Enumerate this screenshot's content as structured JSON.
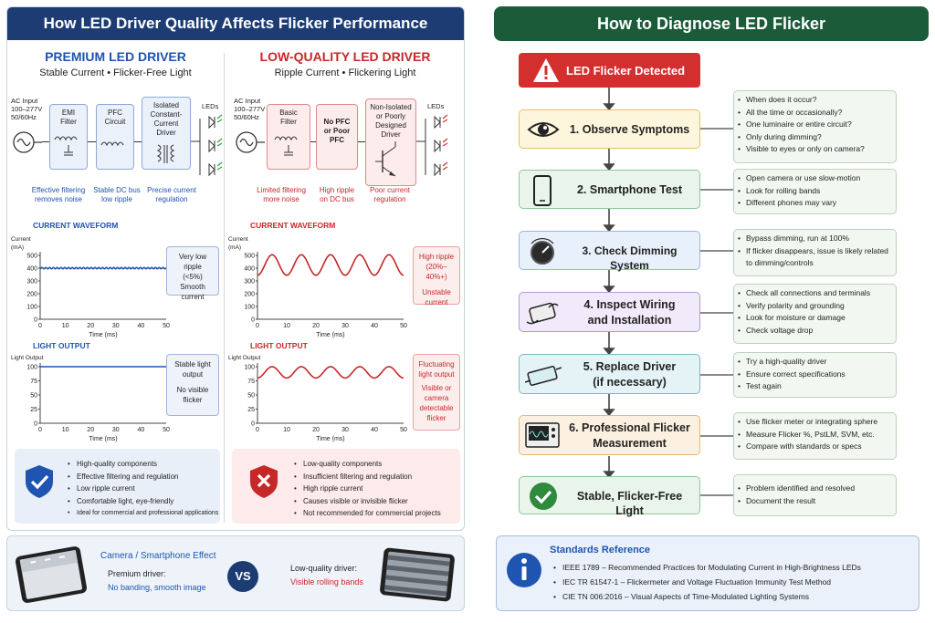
{
  "left_panel": {
    "title": "How LED Driver Quality Affects Flicker Performance",
    "premium": {
      "title": "PREMIUM LED DRIVER",
      "subtitle": "Stable Current • Flicker-Free Light",
      "ac_input": [
        "AC Input",
        "100–277V",
        "50/60Hz"
      ],
      "blocks": [
        [
          "EMI",
          "Filter"
        ],
        [
          "PFC",
          "Circuit"
        ],
        [
          "Isolated",
          "Constant-Current",
          "Driver"
        ]
      ],
      "leds_label": "LEDs",
      "captions": [
        [
          "Effective filtering",
          "removes noise"
        ],
        [
          "Stable DC bus",
          "low ripple"
        ],
        [
          "Precise current",
          "regulation"
        ]
      ],
      "current_waveform_title": "CURRENT WAVEFORM",
      "current_note": [
        "Very low ripple",
        "(<5%)",
        "",
        "Smooth current"
      ],
      "light_output_title": "LIGHT OUTPUT",
      "light_note": [
        "Stable light",
        "output",
        "",
        "No visible",
        "flicker"
      ],
      "bullets": [
        "High-quality components",
        "Effective filtering and regulation",
        "Low ripple current",
        "Comfortable light, eye-friendly",
        "Ideal for commercial and professional applications"
      ]
    },
    "low_quality": {
      "title": "LOW-QUALITY LED DRIVER",
      "subtitle": "Ripple Current • Flickering Light",
      "ac_input": [
        "AC Input",
        "100–277V",
        "50/60Hz"
      ],
      "blocks": [
        [
          "Basic",
          "Filter"
        ],
        [
          "No PFC",
          "or Poor",
          "PFC"
        ],
        [
          "Non-Isolated",
          "or Poorly",
          "Designed",
          "Driver"
        ]
      ],
      "leds_label": "LEDs",
      "captions": [
        [
          "Limited filtering",
          "more noise"
        ],
        [
          "High ripple",
          "on DC bus"
        ],
        [
          "Poor current",
          "regulation"
        ]
      ],
      "current_waveform_title": "CURRENT WAVEFORM",
      "current_note": [
        "High ripple",
        "(20%–40%+)",
        "",
        "Unstable",
        "current"
      ],
      "light_output_title": "LIGHT OUTPUT",
      "light_note": [
        "Fluctuating",
        "light output",
        "",
        "Visible or",
        "camera",
        "detectable",
        "flicker"
      ],
      "bullets": [
        "Low-quality components",
        "Insufficient filtering and regulation",
        "High ripple current",
        "Causes visible or invisible flicker",
        "Not recommended for commercial projects"
      ]
    },
    "charts": {
      "current_ylabel": [
        "Current",
        "(mA)"
      ],
      "light_ylabel": "Light Output",
      "xlabel": "Time (ms)"
    },
    "camera_effect": {
      "title": "Camera / Smartphone Effect",
      "premium_label": "Premium driver:",
      "premium_value": "No banding, smooth image",
      "vs": "VS",
      "low_label": "Low-quality driver:",
      "low_value": "Visible rolling bands"
    }
  },
  "chart_data": [
    {
      "type": "line",
      "name": "premium-current",
      "xlabel": "Time (ms)",
      "ylabel": "Current (mA)",
      "xlim": [
        0,
        50
      ],
      "ylim": [
        0,
        500
      ],
      "xticks": [
        0,
        10,
        20,
        30,
        40,
        50
      ],
      "yticks": [
        0,
        100,
        200,
        300,
        400,
        500
      ],
      "series": [
        {
          "kind": "sine",
          "mean": 400,
          "amplitude": 5,
          "period_ms": 1.5
        }
      ]
    },
    {
      "type": "line",
      "name": "low-current",
      "xlabel": "Time (ms)",
      "ylabel": "Current (mA)",
      "xlim": [
        0,
        50
      ],
      "ylim": [
        0,
        500
      ],
      "xticks": [
        0,
        10,
        20,
        30,
        40,
        50
      ],
      "yticks": [
        0,
        100,
        200,
        300,
        400,
        500
      ],
      "series": [
        {
          "kind": "sine",
          "mean": 425,
          "amplitude": 80,
          "period_ms": 10
        }
      ]
    },
    {
      "type": "line",
      "name": "premium-light",
      "xlabel": "Time (ms)",
      "ylabel": "Light Output",
      "xlim": [
        0,
        50
      ],
      "ylim": [
        0,
        100
      ],
      "xticks": [
        0,
        10,
        20,
        30,
        40,
        50
      ],
      "yticks": [
        0,
        25,
        50,
        75,
        100
      ],
      "series": [
        {
          "kind": "sine",
          "mean": 100,
          "amplitude": 0,
          "period_ms": 10
        }
      ]
    },
    {
      "type": "line",
      "name": "low-light",
      "xlabel": "Time (ms)",
      "ylabel": "Light Output",
      "xlim": [
        0,
        50
      ],
      "ylim": [
        0,
        100
      ],
      "xticks": [
        0,
        10,
        20,
        30,
        40,
        50
      ],
      "yticks": [
        0,
        25,
        50,
        75,
        100
      ],
      "series": [
        {
          "kind": "sine",
          "mean": 90,
          "amplitude": 10,
          "period_ms": 10
        }
      ]
    }
  ],
  "right_panel": {
    "title": "How to Diagnose LED Flicker",
    "start": "LED Flicker Detected",
    "steps": [
      {
        "label": [
          "1. Observe Symptoms"
        ],
        "icon": "eye-icon",
        "bullets": [
          "When does it occur?",
          "All the time or occasionally?",
          "One luminaire or entire circuit?",
          "Only during dimming?",
          "Visible to eyes or only on camera?"
        ]
      },
      {
        "label": [
          "2. Smartphone Test"
        ],
        "icon": "smartphone-icon",
        "bullets": [
          "Open camera or use slow-motion",
          "Look for rolling bands",
          "Different phones may vary"
        ]
      },
      {
        "label": [
          "3. Check Dimming System"
        ],
        "icon": "dimmer-knob-icon",
        "bullets": [
          "Bypass dimming, run at 100%",
          "If flicker disappears, issue is likely related to dimming/controls"
        ]
      },
      {
        "label": [
          "4. Inspect Wiring",
          "and Installation"
        ],
        "icon": "wiring-icon",
        "bullets": [
          "Check all connections and terminals",
          "Verify polarity and grounding",
          "Look for moisture or damage",
          "Check voltage drop"
        ]
      },
      {
        "label": [
          "5. Replace Driver",
          "(if necessary)"
        ],
        "icon": "driver-icon",
        "bullets": [
          "Try a high-quality driver",
          "Ensure correct specifications",
          "Test again"
        ]
      },
      {
        "label": [
          "6. Professional Flicker",
          "Measurement"
        ],
        "icon": "oscilloscope-icon",
        "bullets": [
          "Use flicker meter or integrating sphere",
          "Measure Flicker %, PstLM, SVM, etc.",
          "Compare with standards or specs"
        ]
      }
    ],
    "end": "Stable, Flicker-Free Light",
    "end_bullets": [
      "Problem identified and resolved",
      "Document the result"
    ],
    "standards": {
      "title": "Standards Reference",
      "items": [
        "IEEE 1789 – Recommended Practices for Modulating Current in High-Brightness LEDs",
        "IEC TR 61547-1 – Flickermeter and Voltage Fluctuation Immunity Test Method",
        "CIE TN 006:2016 – Visual Aspects of Time-Modulated Lighting Systems"
      ]
    }
  },
  "colors": {
    "navy": "#1d3c73",
    "green": "#1c5b3a",
    "blue": "#1f54b0",
    "red": "#c62828"
  }
}
